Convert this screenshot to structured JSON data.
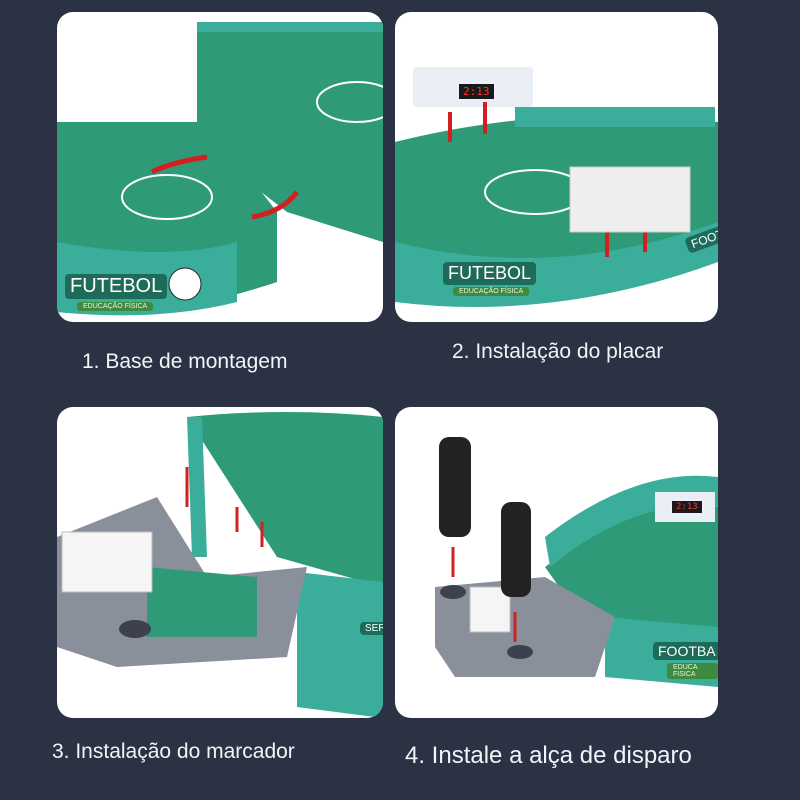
{
  "steps": [
    {
      "caption": "1. Base de montagem",
      "brand": "FUTEBOL",
      "brand_sub": "EDUCAÇÃO FÍSICA"
    },
    {
      "caption": "2. Instalação do placar",
      "brand": "FUTEBOL",
      "brand_sub": "EDUCAÇÃO FÍSICA",
      "score": "2:13",
      "side_brand": "FOOTBAL"
    },
    {
      "caption": "3. Instalação do marcador",
      "side_brand": "SER"
    },
    {
      "caption": "4. Instale a alça de disparo",
      "brand": "FOOTBA",
      "brand_sub": "EDUCA FISICA",
      "score": "2:13"
    }
  ],
  "colors": {
    "background": "#2b3244",
    "field": "#2f9a78",
    "wall": "#3aae9a",
    "arrow": "#d22020",
    "tray": "#8a8f9c"
  }
}
